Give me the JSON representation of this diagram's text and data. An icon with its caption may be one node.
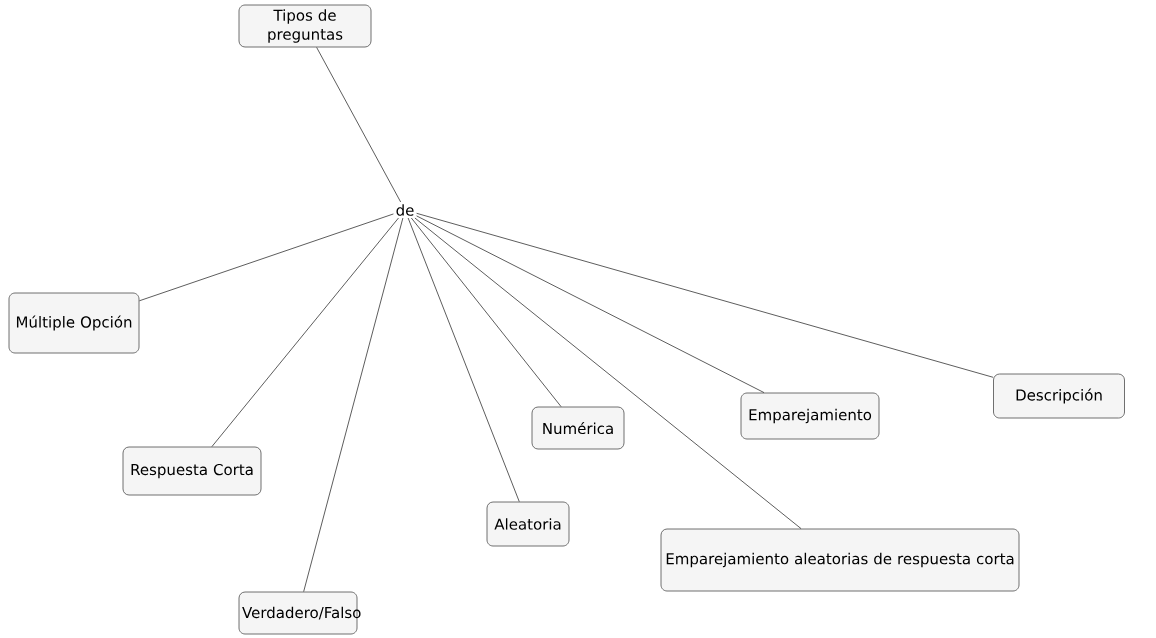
{
  "diagram": {
    "nodes": [
      {
        "text": [
          "Tipos de preguntas"
        ]
      },
      {
        "text": [
          "de"
        ]
      },
      {
        "text": [
          "Múltiple Opción"
        ]
      },
      {
        "text": [
          "Respuesta Corta"
        ]
      },
      {
        "text": [
          "Verdadero/Falso"
        ]
      },
      {
        "text": [
          "Aleatoria"
        ]
      },
      {
        "text": [
          "Numérica"
        ]
      },
      {
        "text": [
          "Emparejamiento"
        ]
      },
      {
        "text": [
          "Emparejamiento aleatorias de respuesta corta"
        ]
      },
      {
        "text": [
          "Descripción"
        ]
      }
    ],
    "edges": [
      {
        "from": 0,
        "to": 1,
        "arrow": "none"
      },
      {
        "from": 1,
        "to": 2,
        "arrow": "none"
      },
      {
        "from": 1,
        "to": 3,
        "arrow": "none"
      },
      {
        "from": 1,
        "to": 4,
        "arrow": "none"
      },
      {
        "from": 1,
        "to": 5,
        "arrow": "none"
      },
      {
        "from": 1,
        "to": 6,
        "arrow": "none"
      },
      {
        "from": 1,
        "to": 8,
        "arrow": "none"
      },
      {
        "from": 1,
        "to": 7,
        "arrow": "none"
      },
      {
        "from": 1,
        "to": 9,
        "arrow": "none"
      }
    ]
  }
}
